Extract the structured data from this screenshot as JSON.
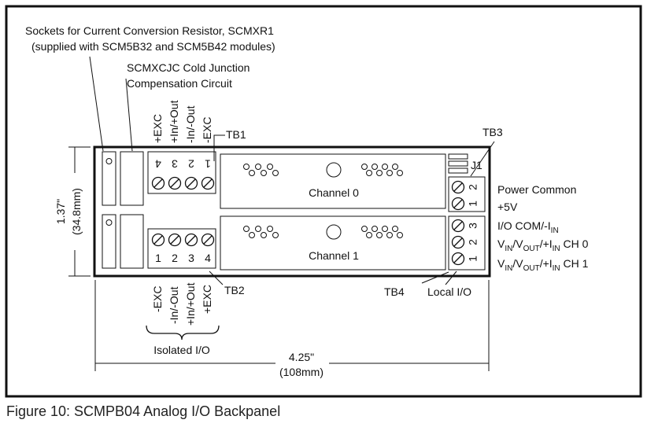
{
  "caption": "Figure 10: SCMPB04 Analog I/O Backpanel",
  "labels": {
    "sockets_line1": "Sockets for Current Conversion Resistor, SCMXR1",
    "sockets_line2": "(supplied with SCM5B32 and SCM5B42 modules)",
    "cjc_line1": "SCMXCJC Cold Junction",
    "cjc_line2": "Compensation Circuit",
    "tb1": "TB1",
    "tb2": "TB2",
    "tb3": "TB3",
    "tb4": "TB4",
    "j1": "J1",
    "channel0": "Channel 0",
    "channel1": "Channel 1",
    "isolated_io": "Isolated I/O",
    "local_io": "Local I/O"
  },
  "top_terminals": [
    {
      "label": "+EXC",
      "num": "4"
    },
    {
      "label": "+In/+Out",
      "num": "3"
    },
    {
      "label": "-In/-Out",
      "num": "2"
    },
    {
      "label": "-EXC",
      "num": "1"
    }
  ],
  "bottom_terminals": [
    {
      "label": "-EXC",
      "num": "1"
    },
    {
      "label": "-In/-Out",
      "num": "2"
    },
    {
      "label": "+In/+Out",
      "num": "3"
    },
    {
      "label": "+EXC",
      "num": "4"
    }
  ],
  "tb3_pins": [
    "2",
    "1"
  ],
  "tb4_pins": [
    "3",
    "2",
    "1"
  ],
  "right_labels": {
    "power_common": "Power Common",
    "plus5v": "+5V",
    "io_com": "I/O COM/-I",
    "io_com_sub": "IN",
    "ch0_v": "V",
    "ch0_in": "IN",
    "ch0_slash": "/V",
    "ch0_out": "OUT",
    "ch0_rest": "/+I",
    "ch0_in2": "IN",
    "ch0_tail": " CH 0",
    "ch1_tail": " CH 1"
  },
  "dimensions": {
    "height_in": "1.37\"",
    "height_mm": "(34.8mm)",
    "width_in": "4.25\"",
    "width_mm": "(108mm)"
  }
}
